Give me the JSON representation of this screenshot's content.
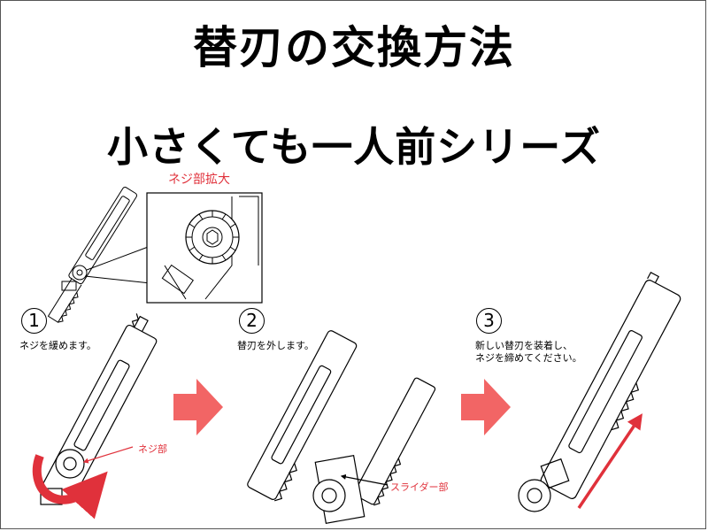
{
  "title": "替刃の交換方法",
  "subtitle": "小さくても一人前シリーズ",
  "zoom_label": "ネジ部拡大",
  "steps": [
    {
      "number": "1",
      "text": "ネジを緩めます。"
    },
    {
      "number": "2",
      "text": "替刃を外します。"
    },
    {
      "number": "3",
      "text_line1": "新しい替刃を装着し、",
      "text_line2": "ネジを締めてください。"
    }
  ],
  "callouts": {
    "screw": "ネジ部",
    "slider": "スライダー部"
  },
  "colors": {
    "accent": "#e0313b",
    "arrow": "#f26565",
    "line": "#000000"
  },
  "icons": [
    "rotate-arrow-icon",
    "next-step-arrow-icon",
    "insert-direction-arrow-icon"
  ]
}
